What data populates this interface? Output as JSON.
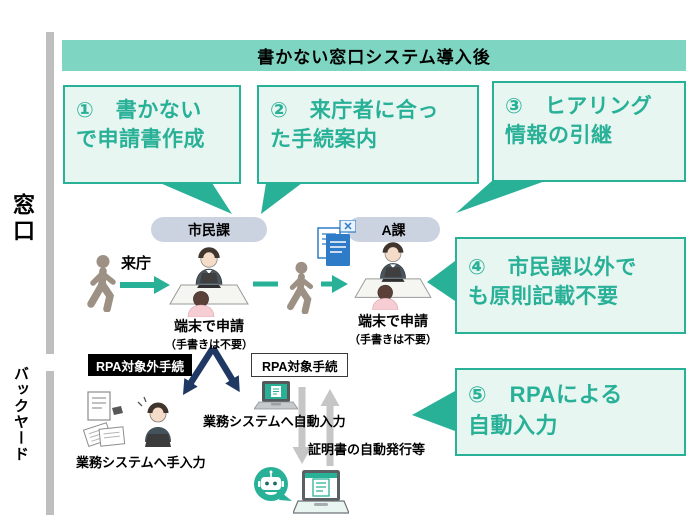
{
  "colors": {
    "teal": "#29b198",
    "teal_light": "#e8f6f1",
    "header_bg": "#7ed5c1",
    "navy": "#1f3864",
    "gray_bar": "#bfbfbf",
    "gray_arrow": "#c6c6c6",
    "pill_bg": "#ccd3e0",
    "blue_doc": "#2e7cc7",
    "person": "#9c9184"
  },
  "header": {
    "title": "書かない窓口システム導入後"
  },
  "lanes": {
    "front": "窓口",
    "back": "バックヤード"
  },
  "callouts": [
    {
      "lines": [
        "①　書かない",
        "で申請書作成"
      ]
    },
    {
      "lines": [
        "②　来庁者に合っ",
        "た手続案内"
      ]
    },
    {
      "lines": [
        "③　ヒアリング",
        "情報の引継"
      ]
    },
    {
      "lines": [
        "④　市民課以外で",
        "も原則記載不要"
      ]
    },
    {
      "lines": [
        "⑤　RPAによる",
        "自動入力"
      ]
    }
  ],
  "departments": {
    "first": "市民課",
    "second": "A課"
  },
  "flow": {
    "visit": "来庁",
    "terminal_apply": "端末で申請",
    "handwriting_note": "（手書きは不要）"
  },
  "backyard": {
    "rpa_excluded": "RPA対象外手続",
    "rpa_target": "RPA対象手続",
    "auto_input": "業務システムへ自動入力",
    "manual_input": "業務システムへ手入力",
    "certificate": "証明書の自動発行等"
  },
  "icons": {
    "walking-person-icon": "tan silhouette of a walking visitor",
    "counter-desk-icon": "clerk with laptop behind desk, citizen seated in front",
    "document-transfer-icon": "blue documents with small close-box badge",
    "laptop-auto-icon": "laptop with teal screen (automatic system entry)",
    "papers-manual-icon": "stacked papers and staff typing on laptop",
    "robot-icon": "teal speech bubble with robot face (RPA)",
    "laptop-certificate-icon": "laptop printing certificate document",
    "split-arrow-icon": "navy two-way branch arrow",
    "down-arrow-icon": "gray arrow pointing down",
    "up-arrow-icon": "gray arrow pointing up"
  }
}
